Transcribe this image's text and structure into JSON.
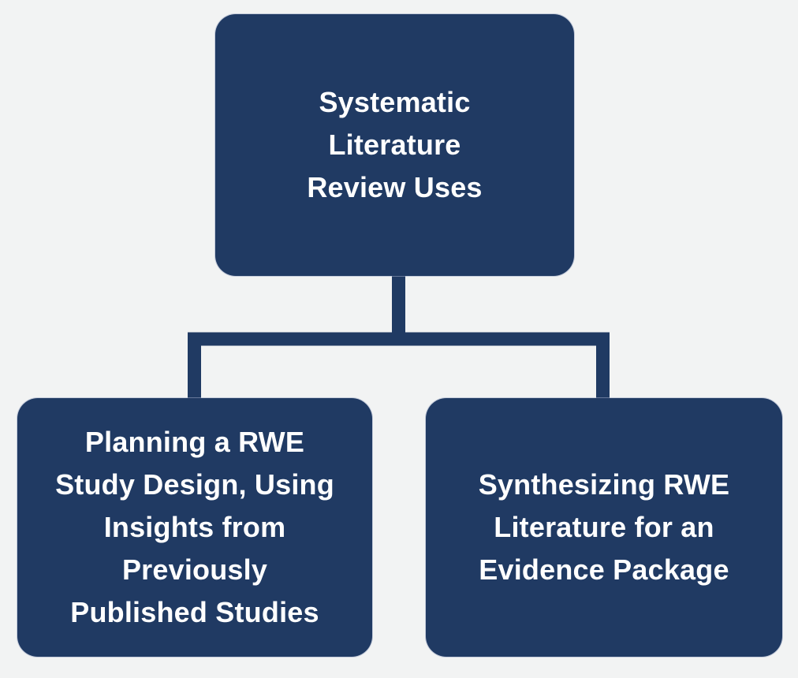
{
  "colors": {
    "background": "#f2f3f3",
    "node_fill": "#203a63",
    "node_text": "#ffffff",
    "connector": "#203a63"
  },
  "diagram": {
    "root": {
      "text": "Systematic Literature Review Uses",
      "lines": [
        "Systematic",
        "Literature",
        "Review Uses"
      ]
    },
    "children": [
      {
        "text": "Planning a RWE Study Design, Using Insights from Previously Published Studies",
        "lines": [
          "Planning a RWE",
          "Study Design, Using",
          "Insights from",
          "Previously",
          "Published Studies"
        ]
      },
      {
        "text": "Synthesizing RWE Literature for an Evidence Package",
        "lines": [
          "Synthesizing RWE",
          "Literature for an",
          "Evidence Package"
        ]
      }
    ]
  }
}
